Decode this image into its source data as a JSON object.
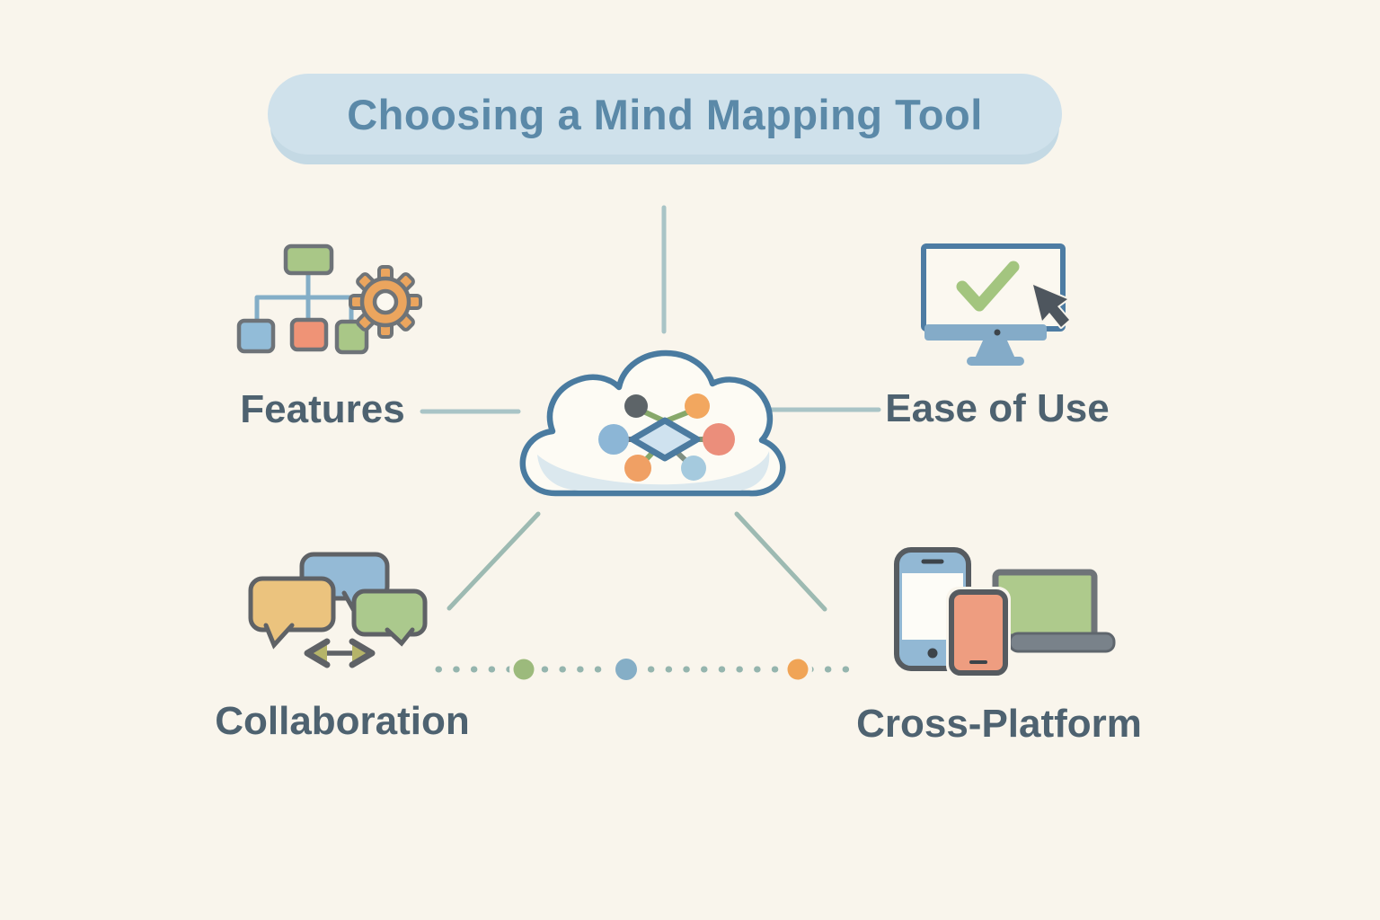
{
  "title": {
    "text": "Choosing a Mind Mapping Tool"
  },
  "center": {
    "name": "mind-map-cloud",
    "description": "cloud containing a mind-map node diagram"
  },
  "branches": [
    {
      "label": "Features",
      "icon": "org-chart-gear-icon",
      "position": "top-left"
    },
    {
      "label": "Ease of Use",
      "icon": "monitor-checkmark-cursor-icon",
      "position": "top-right"
    },
    {
      "label": "Collaboration",
      "icon": "speech-bubbles-arrow-icon",
      "position": "bottom-left"
    },
    {
      "label": "Cross-Platform",
      "icon": "phone-tablet-laptop-icon",
      "position": "bottom-right"
    }
  ],
  "palette": {
    "background": "#f9f5ec",
    "banner_fill": "#cfe1eb",
    "banner_shadow": "#c4d9e4",
    "title_text": "#5b89a8",
    "label_text": "#4e6270",
    "connector_blue": "#a9c4c6",
    "connector_green": "#9dbab2",
    "cloud_outline": "#4a7ba0",
    "accent_green": "#a3c57f",
    "accent_orange": "#f0a55f",
    "accent_blue": "#8fb3c9",
    "accent_salmon": "#ec8f7a",
    "dot_small": "#95b5ae",
    "outline_gray": "#5f6266"
  }
}
